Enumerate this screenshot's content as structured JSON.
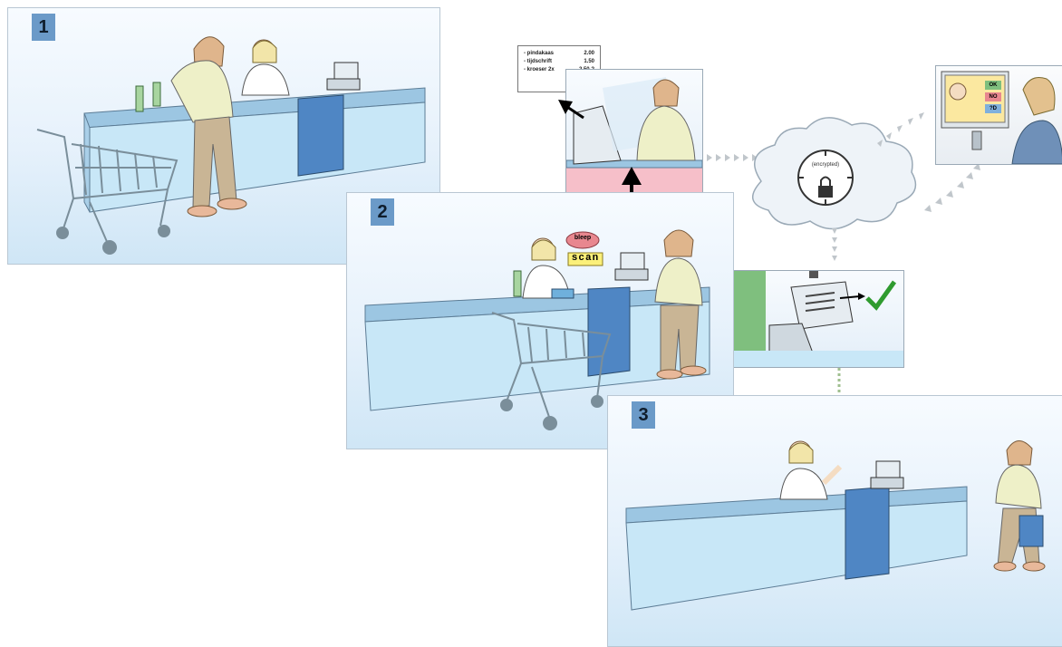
{
  "panels": [
    {
      "number": "1"
    },
    {
      "number": "2"
    },
    {
      "number": "3"
    }
  ],
  "receipt": {
    "lines": [
      {
        "item": "- pindakaas",
        "price": "2.00"
      },
      {
        "item": "- tijdschrift",
        "price": "1.50"
      },
      {
        "item": "- kroeser 2x",
        "price": "2.50"
      }
    ],
    "total_mark": "?"
  },
  "speech": {
    "beep": "bleep",
    "scan": "scan"
  },
  "cloud_label": "(encrypted)",
  "screen_options": [
    "OK",
    "NO",
    "?D"
  ],
  "colors": {
    "counter": "#c8e7f7",
    "counter_dark": "#4f86c4",
    "panel_pink": "#f6bfc9",
    "panel_green": "#7fbf7e",
    "arrow": "#000000",
    "check": "#2f9b2f"
  }
}
